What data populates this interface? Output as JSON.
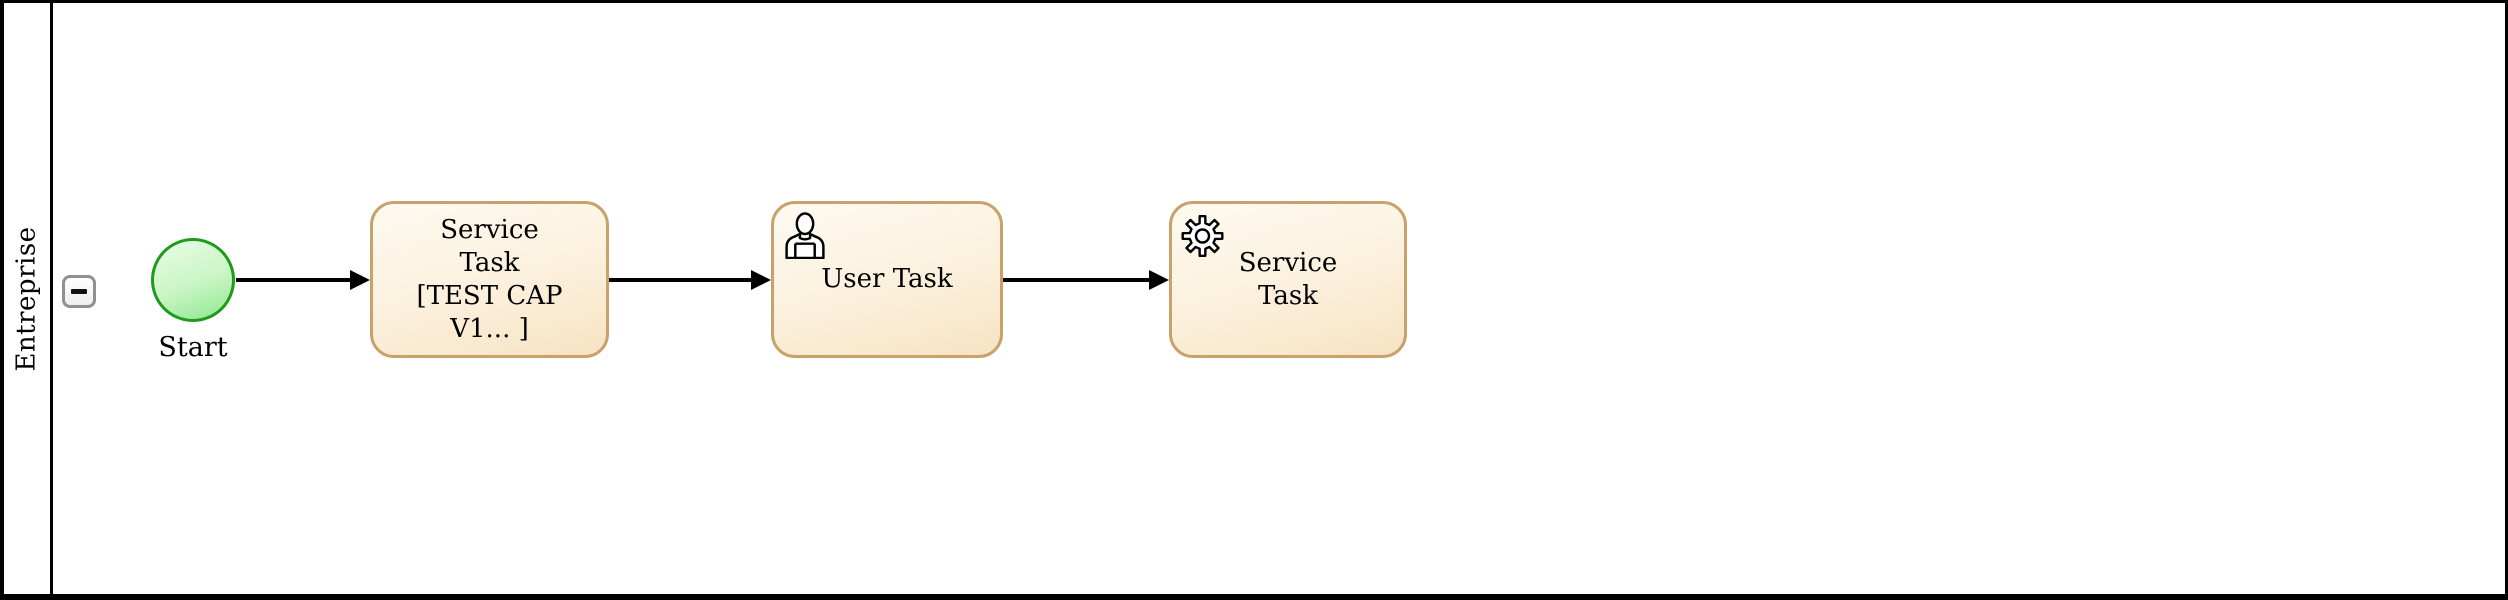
{
  "lane": {
    "label": "Entreprise"
  },
  "collapse_button": {
    "icon": "minus-icon"
  },
  "start_event": {
    "label": "Start"
  },
  "tasks": {
    "service1": {
      "line1": "Service",
      "line2": "Task",
      "line3": "[TEST CAP",
      "line4": "V1... ]"
    },
    "user": {
      "label": "User Task",
      "icon": "user-icon"
    },
    "service2": {
      "line1": "Service",
      "line2": "Task",
      "icon": "gear-icon"
    }
  },
  "colors": {
    "task_border": "#C9A26B",
    "task_fill_top": "#FEFAF1",
    "task_fill_bottom": "#F7E3C3",
    "start_border": "#1E9B1E",
    "start_fill_top": "#EAFCE7",
    "start_fill_bottom": "#8FE78F",
    "flow": "#000000",
    "pool_border": "#000000",
    "collapse_button_border": "#909090",
    "background": "#FFFFFF"
  }
}
